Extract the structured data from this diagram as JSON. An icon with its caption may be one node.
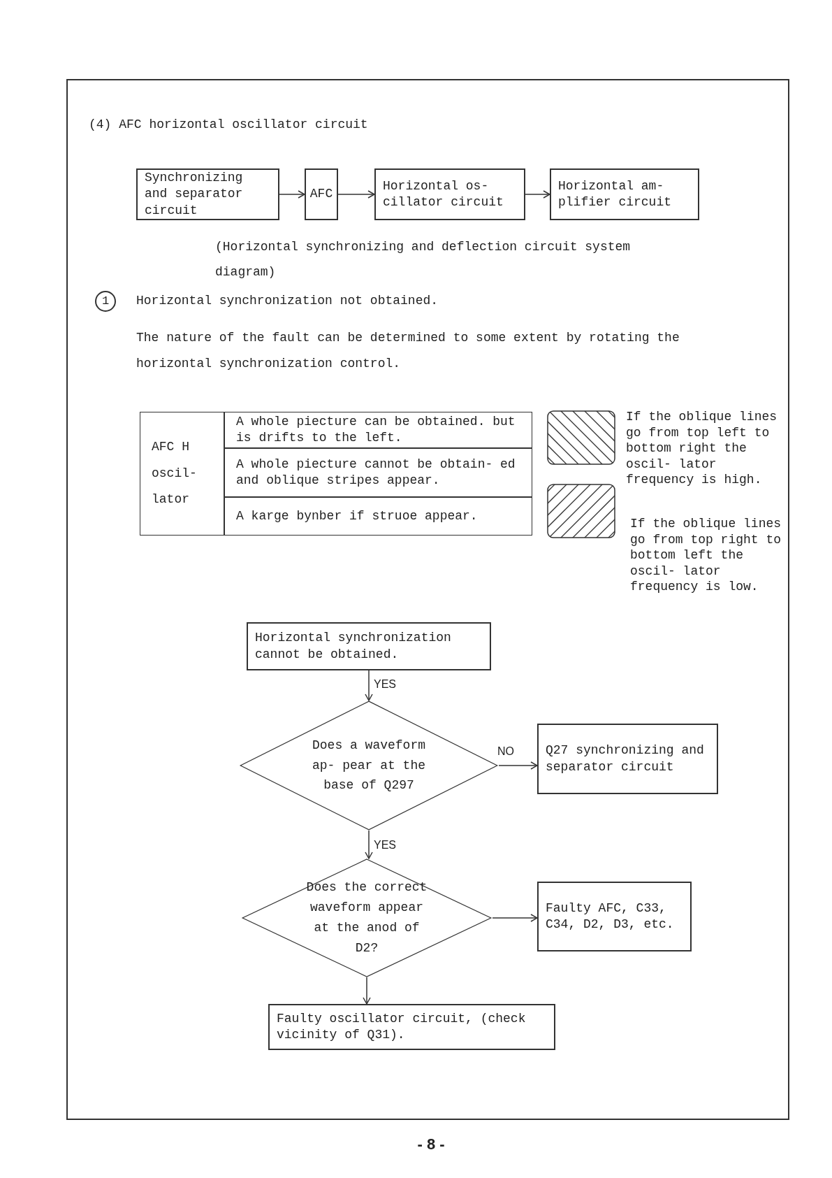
{
  "diagram": {
    "title": "(4) AFC horizontal oscillator circuit",
    "caption": "(Horizontal synchronizing and deflection circuit system diagram)",
    "nodes": [
      {
        "text": [
          "Synchronizing and separator circuit"
        ]
      },
      {
        "text": [
          "AFC"
        ]
      },
      {
        "text": [
          "Horizontal os- cillator circuit"
        ]
      },
      {
        "text": [
          "Horizontal am- plifier circuit"
        ]
      },
      {
        "text": [
          "Horizontal synchronization cannot be obtained."
        ]
      },
      {
        "text": [
          "Does a waveform ap- pear at the base of Q297"
        ]
      },
      {
        "text": [
          "Q27 synchronizing and separator circuit"
        ]
      },
      {
        "text": [
          "Does the correct waveform appear at the anod of D2?"
        ]
      },
      {
        "text": [
          "Faulty AFC, C33, C34, D2, D3, etc."
        ]
      },
      {
        "text": [
          "Faulty oscillator circuit, (check vicinity of Q31)."
        ]
      }
    ],
    "edges": [
      {
        "from": 0,
        "to": 1,
        "arrow": "to"
      },
      {
        "from": 1,
        "to": 2,
        "arrow": "to"
      },
      {
        "from": 2,
        "to": 3,
        "arrow": "to"
      },
      {
        "from": 4,
        "to": 5,
        "arrow": "to",
        "label": "YES"
      },
      {
        "from": 5,
        "to": 6,
        "arrow": "to",
        "label": "NO"
      },
      {
        "from": 5,
        "to": 7,
        "arrow": "to",
        "label": "YES"
      },
      {
        "from": 7,
        "to": 8,
        "arrow": "to"
      },
      {
        "from": 7,
        "to": 9,
        "arrow": "to"
      }
    ],
    "labels": [
      "1",
      "Horizontal synchronization not obtained.",
      "The nature of the fault can be determined to some extent by rotating the horizontal synchronization control.",
      "AFC H oscil- lator",
      "A whole piecture can be obtained. but is drifts to the left.",
      "A whole piecture cannot be obtain- ed and oblique stripes appear.",
      "A karge bynber if struoe appear.",
      "If the oblique lines go from top left to bottom right the oscil- lator frequency is high.",
      "If the oblique lines go from top right to bottom left the oscil- lator frequency is low.",
      "- 8 -"
    ]
  }
}
